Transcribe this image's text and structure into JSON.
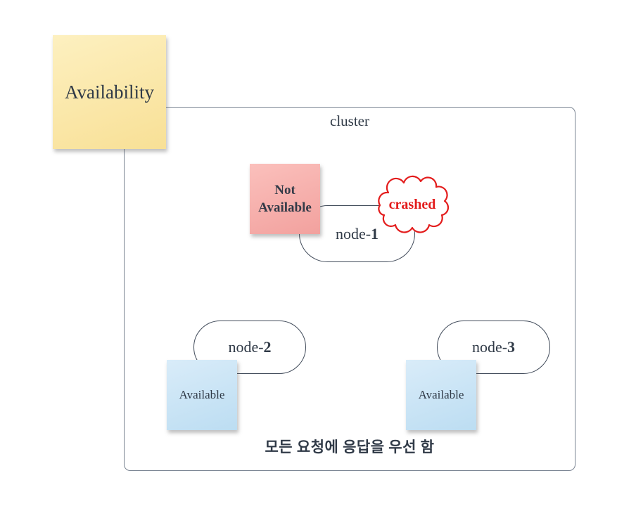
{
  "title_note": {
    "label": "Availability"
  },
  "cluster": {
    "label": "cluster",
    "caption": "모든 요청에 응답을 우선 함"
  },
  "nodes": [
    {
      "prefix": "node-",
      "number": "1"
    },
    {
      "prefix": "node-",
      "number": "2"
    },
    {
      "prefix": "node-",
      "number": "3"
    }
  ],
  "status_notes": {
    "not_available": {
      "label": "Not Available"
    },
    "available_node2": {
      "label": "Available"
    },
    "available_node3": {
      "label": "Available"
    }
  },
  "cloud": {
    "label": "crashed"
  },
  "colors": {
    "ink": "#303A47",
    "cluster_border": "#7A8492",
    "node_border": "#414B5A",
    "cloud_red": "#E31C1C",
    "note_yellow_light": "#FDF0C0",
    "note_yellow_dark": "#F8E096",
    "note_pink_light": "#FBC0BC",
    "note_pink_dark": "#F2A19E",
    "note_blue_light": "#D9ECF9",
    "note_blue_dark": "#BCDDF2"
  }
}
